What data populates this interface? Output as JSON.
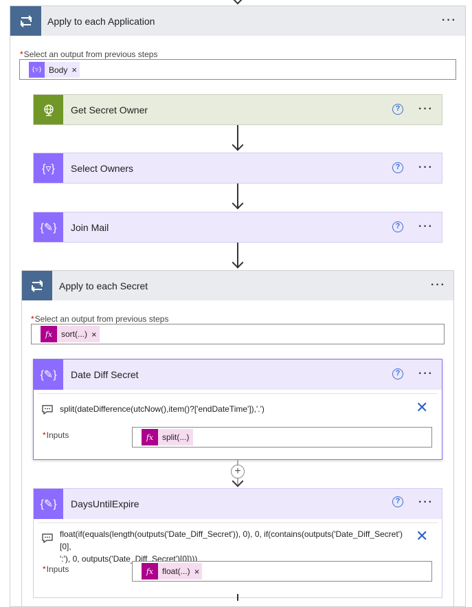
{
  "outer_loop": {
    "title": "Apply to each Application",
    "field_label": "Select an output from previous steps",
    "token": {
      "label": "Body",
      "remove": "×"
    }
  },
  "actions": [
    {
      "title": "Get Secret Owner"
    },
    {
      "title": "Select Owners"
    },
    {
      "title": "Join Mail"
    }
  ],
  "inner_loop": {
    "title": "Apply to each Secret",
    "field_label": "Select an output from previous steps",
    "token": {
      "label": "sort(...)",
      "remove": "×",
      "icon": "fx"
    }
  },
  "compose_1": {
    "title": "Date Diff Secret",
    "expression": "split(dateDifference(utcNow(),item()?['endDateTime']),'.')",
    "inputs_label": "Inputs",
    "token": {
      "label": "split(...)",
      "icon": "fx"
    }
  },
  "compose_2": {
    "title": "DaysUntilExpire",
    "expression_line1": "float(if(equals(length(outputs('Date_Diff_Secret')), 0), 0, if(contains(outputs('Date_Diff_Secret')[0],",
    "expression_line2": "':'), 0, outputs('Date_Diff_Secret')[0])))",
    "inputs_label": "Inputs",
    "token": {
      "label": "float(...)",
      "remove": "×",
      "icon": "fx"
    }
  },
  "common": {
    "help": "?",
    "more": "···",
    "add": "+"
  },
  "colors": {
    "loop": "#486991",
    "http": "#709727",
    "data_op": "#8c6cff",
    "expression": "#ad008c",
    "header_bg": "#e9ebee",
    "http_bg": "#e8ecdc",
    "data_bg": "#ede8fc"
  }
}
